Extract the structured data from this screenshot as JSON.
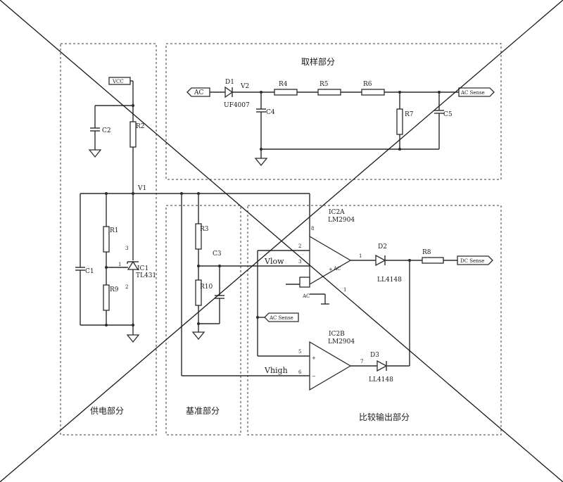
{
  "sections": {
    "sampling": "取样部分",
    "supply": "供电部分",
    "reference": "基准部分",
    "compare": "比较输出部分"
  },
  "ports": {
    "vcc": "VCC",
    "ac_in": "AC",
    "ac_sense_out": "AC Sense",
    "ac_sense_in": "AC Sense",
    "dc_sense": "DC Sense"
  },
  "nets": {
    "v1": "V1",
    "v2": "V2",
    "vlow": "Vlow",
    "vhigh": "Vhigh",
    "ac_a": "AC",
    "ac_b": "AC"
  },
  "components": {
    "d1": "D1",
    "d1_part": "UF4007",
    "r4": "R4",
    "r5": "R5",
    "r6": "R6",
    "r7": "R7",
    "c4": "C4",
    "c5": "C5",
    "c2": "C2",
    "r2": "R2",
    "r1": "R1",
    "r9": "R9",
    "c1": "C1",
    "ic1": "IC1",
    "ic1_part": "TL431",
    "r3": "R3",
    "r10": "R10",
    "c3": "C3",
    "ic2a": "IC2A",
    "ic2a_part": "LM2904",
    "ic2b": "IC2B",
    "ic2b_part": "LM2904",
    "d2": "D2",
    "d2_part": "LL4148",
    "d3": "D3",
    "d3_part": "LL4148",
    "r8": "R8"
  },
  "pins": {
    "ic1_p1": "1",
    "ic1_p2": "2",
    "ic1_p3": "3",
    "ic2a_p2": "2",
    "ic2a_p3": "3",
    "ic2a_p1": "1",
    "ic2a_p8": "8",
    "ic2b_p5": "5",
    "ic2b_p6": "6",
    "ic2b_p7": "7",
    "ac_p1": "1",
    "plus": "+",
    "minus": "−"
  }
}
